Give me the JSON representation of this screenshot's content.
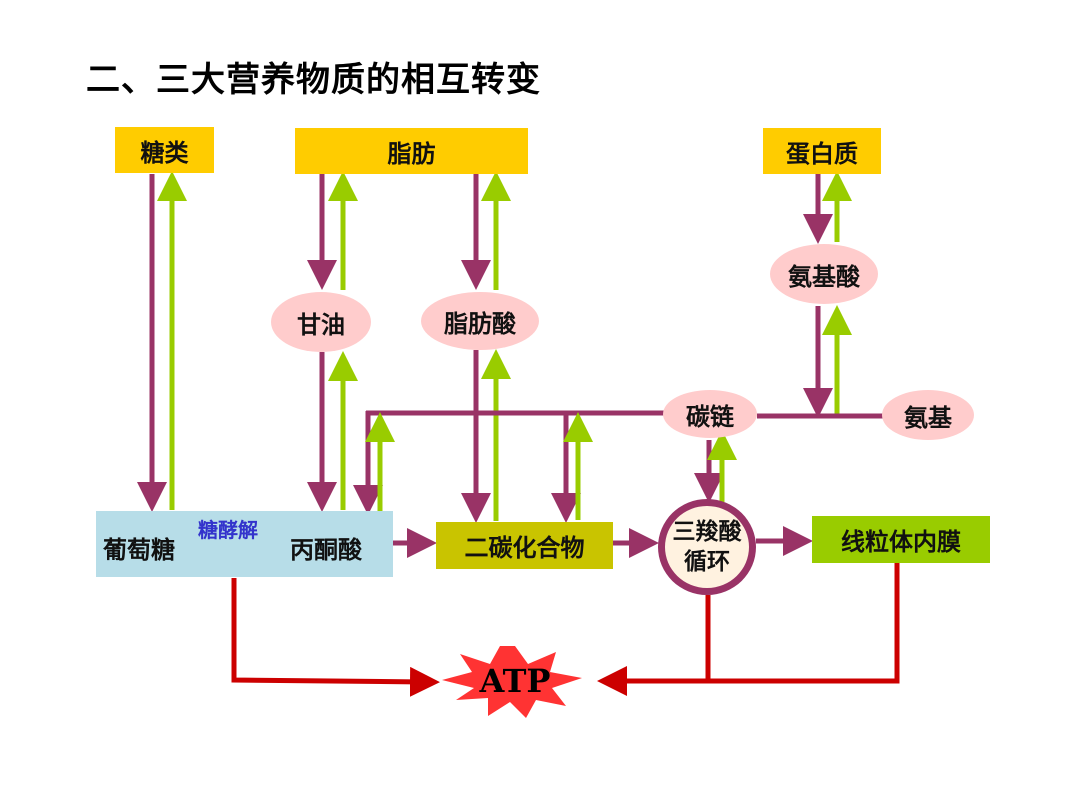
{
  "title": "二、三大营养物质的相互转变",
  "nodes": {
    "sugar": "糖类",
    "fat": "脂肪",
    "protein": "蛋白质",
    "glycerol": "甘油",
    "fatty_acid": "脂肪酸",
    "amino_acid": "氨基酸",
    "carbon_chain": "碳链",
    "amino_group": "氨基",
    "glucose": "葡萄糖",
    "glycolysis": "糖酵解",
    "pyruvate": "丙酮酸",
    "two_carbon": "二碳化合物",
    "tca_line1": "三羧酸",
    "tca_line2": "循环",
    "inner_membrane": "线粒体内膜",
    "atp": "ATP"
  },
  "colors": {
    "down_arrow": "#993366",
    "up_arrow": "#99cc00",
    "atp_arrow": "#cc0000",
    "atp_star": "#ff3333",
    "node_yellow": "#ffcc00",
    "node_pink": "#ffcccc",
    "glycolysis_box": "#b7dde8"
  }
}
